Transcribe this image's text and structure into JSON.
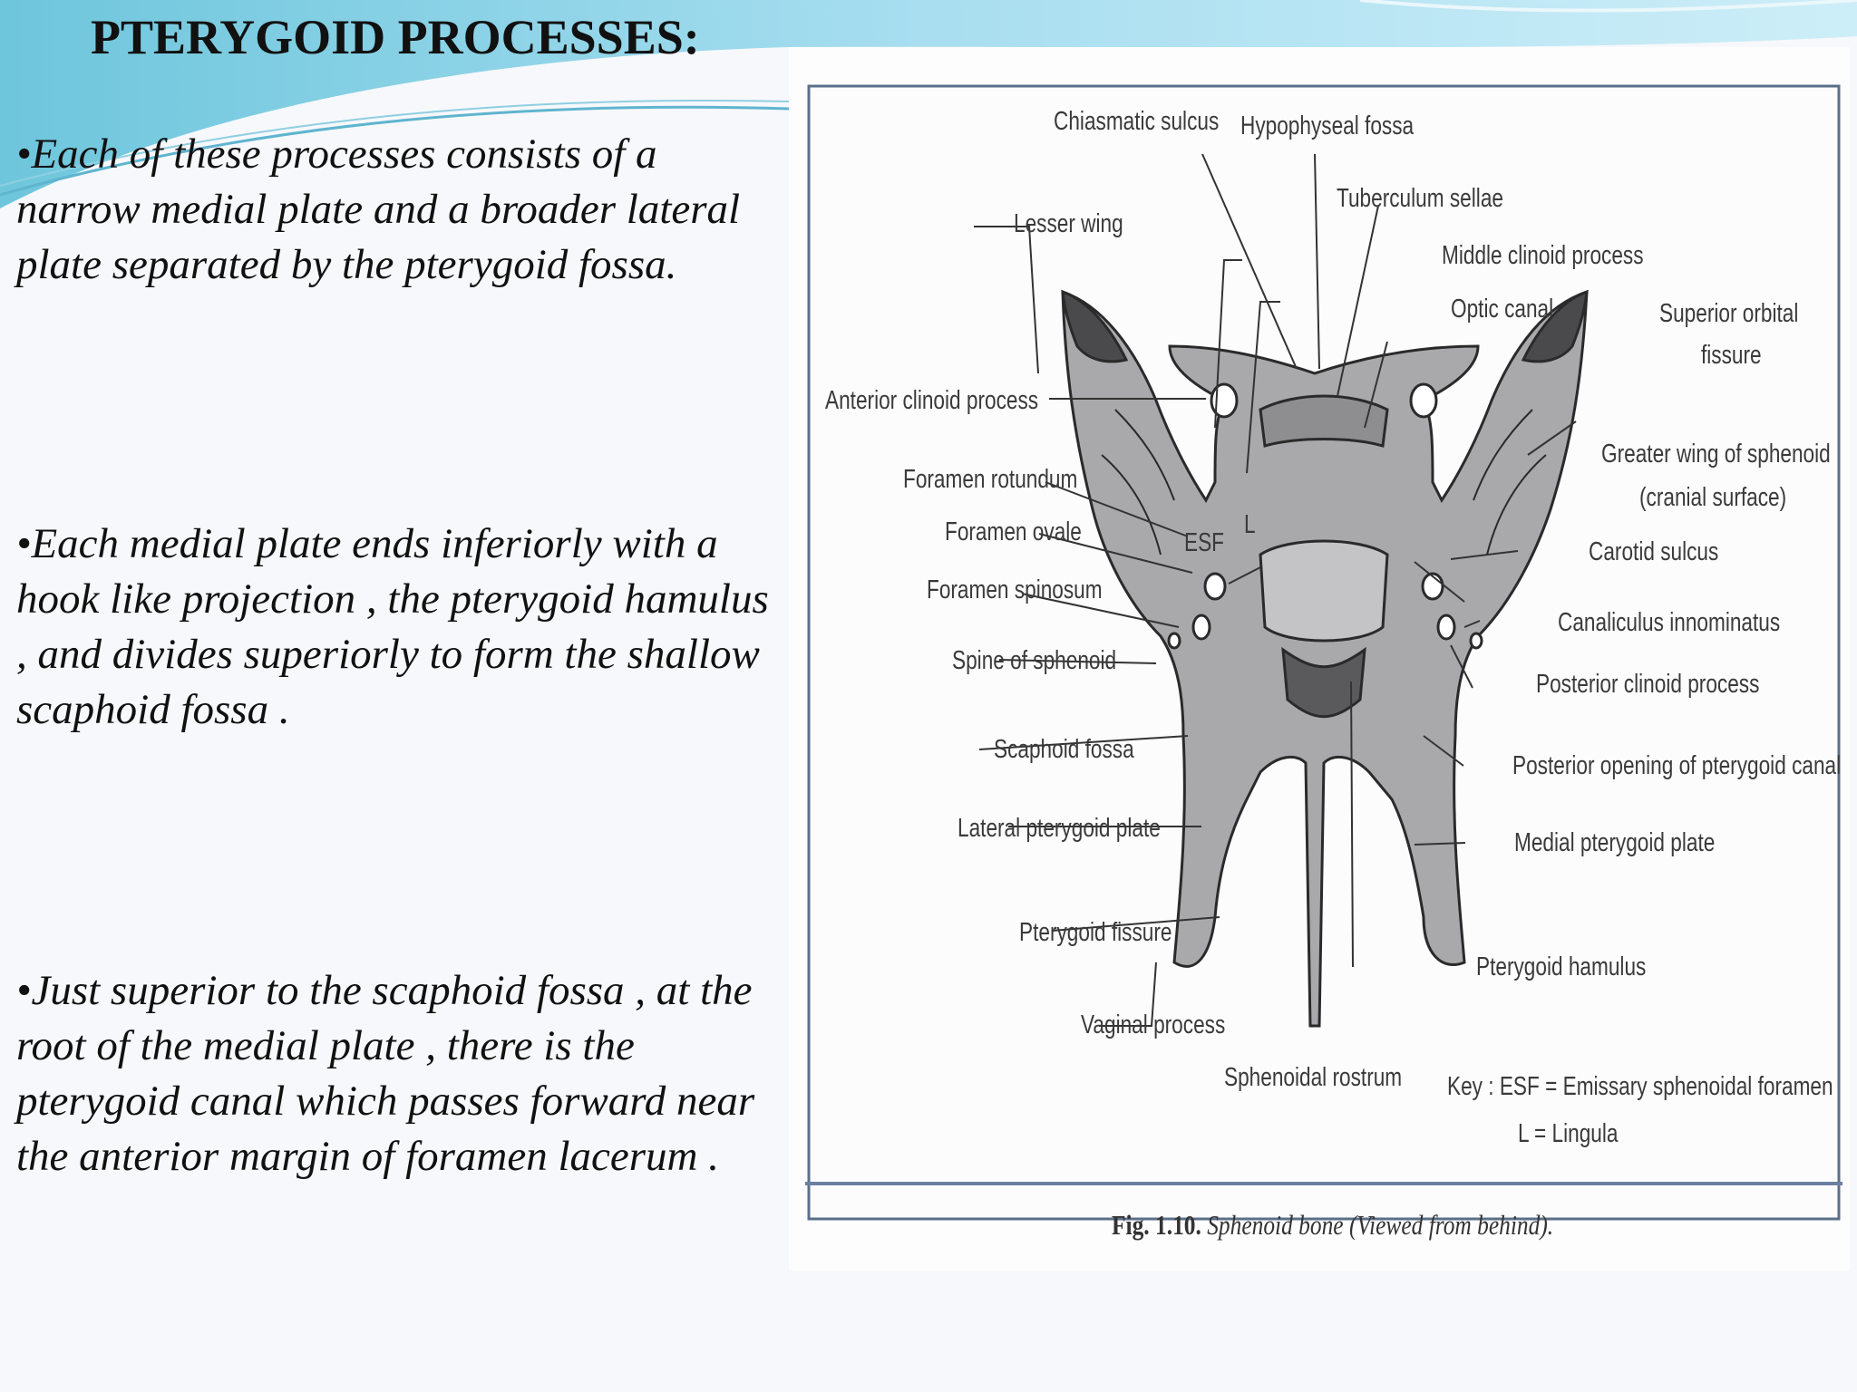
{
  "slide": {
    "title": "PTERYGOID PROCESSES:",
    "paragraphs": [
      "•Each of these processes consists of a narrow medial plate and a broader lateral plate separated by the pterygoid fossa.",
      "•Each medial plate ends inferiorly with a hook like projection , the pterygoid hamulus , and divides superiorly to form the shallow scaphoid fossa .",
      "•Just superior to the scaphoid fossa , at the root of the medial plate , there is the pterygoid canal which passes forward near  the anterior margin of foramen lacerum ."
    ]
  },
  "figure": {
    "labels": {
      "chiasmatic_sulcus": "Chiasmatic sulcus",
      "hypophyseal_fossa": "Hypophyseal fossa",
      "tuberculum_sellae": "Tuberculum sellae",
      "lesser_wing": "Lesser wing",
      "middle_clinoid": "Middle clinoid process",
      "optic_canal": "Optic canal",
      "superior_orbital_1": "Superior orbital",
      "superior_orbital_2": "fissure",
      "anterior_clinoid": "Anterior clinoid process",
      "greater_wing_1": "Greater wing of sphenoid",
      "greater_wing_2": "(cranial surface)",
      "foramen_rotundum": "Foramen rotundum",
      "foramen_ovale": "Foramen ovale",
      "esf": "ESF",
      "l_mark": "L",
      "carotid_sulcus": "Carotid sulcus",
      "foramen_spinosum": "Foramen spinosum",
      "canaliculus": "Canaliculus innominatus",
      "spine_sphenoid": "Spine of sphenoid",
      "posterior_clinoid": "Posterior clinoid process",
      "scaphoid_fossa": "Scaphoid fossa",
      "posterior_opening": "Posterior opening of pterygoid canal",
      "lateral_pterygoid": "Lateral pterygoid plate",
      "medial_pterygoid": "Medial pterygoid plate",
      "pterygoid_fissure": "Pterygoid fissure",
      "pterygoid_hamulus": "Pterygoid hamulus",
      "vaginal_process": "Vaginal process",
      "sphenoidal_rostrum": "Sphenoidal rostrum",
      "key_1": "Key : ESF = Emissary sphenoidal foramen",
      "key_2": "L = Lingula"
    },
    "caption": {
      "number": "Fig. 1.10.",
      "text": "Sphenoid bone (Viewed from behind)."
    }
  }
}
